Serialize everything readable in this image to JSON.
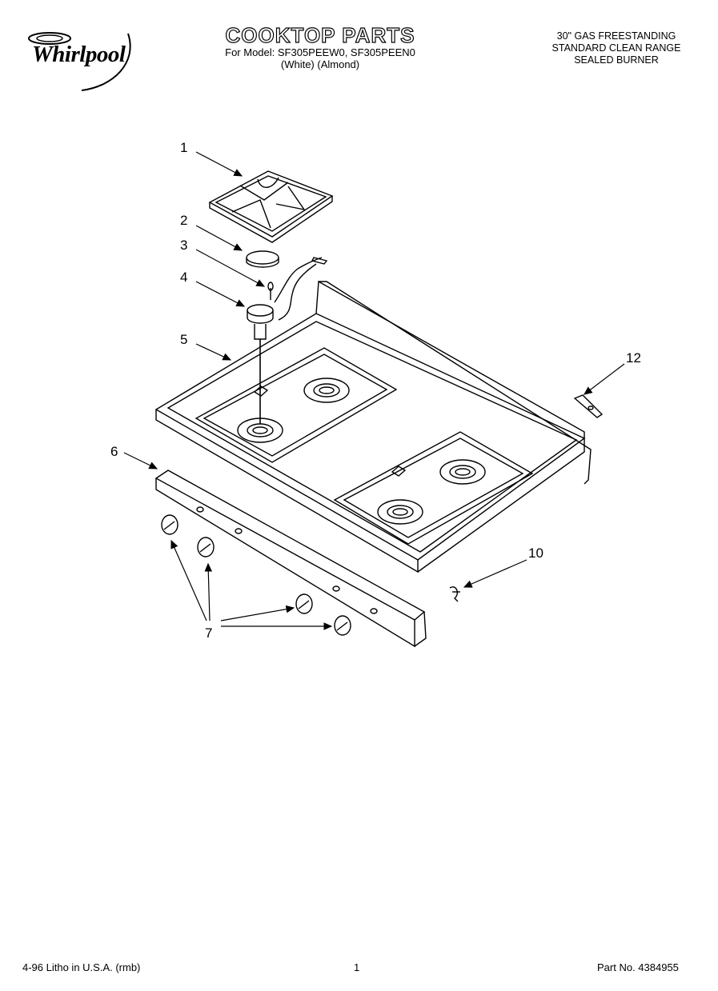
{
  "brand": {
    "name": "Whirlpool"
  },
  "header": {
    "title": "COOKTOP PARTS",
    "model_line": "For Model: SF305PEEW0, SF305PEEN0",
    "color_line": "(White)    (Almond)",
    "desc_line1": "30\" GAS FREESTANDING",
    "desc_line2": "STANDARD CLEAN RANGE",
    "desc_line3": "SEALED BURNER"
  },
  "callouts": [
    "1",
    "2",
    "3",
    "4",
    "5",
    "6",
    "7",
    "10",
    "12"
  ],
  "footer": {
    "left": "4-96 Litho in U.S.A. (rmb)",
    "page": "1",
    "part_no": "Part No. 4384955"
  }
}
